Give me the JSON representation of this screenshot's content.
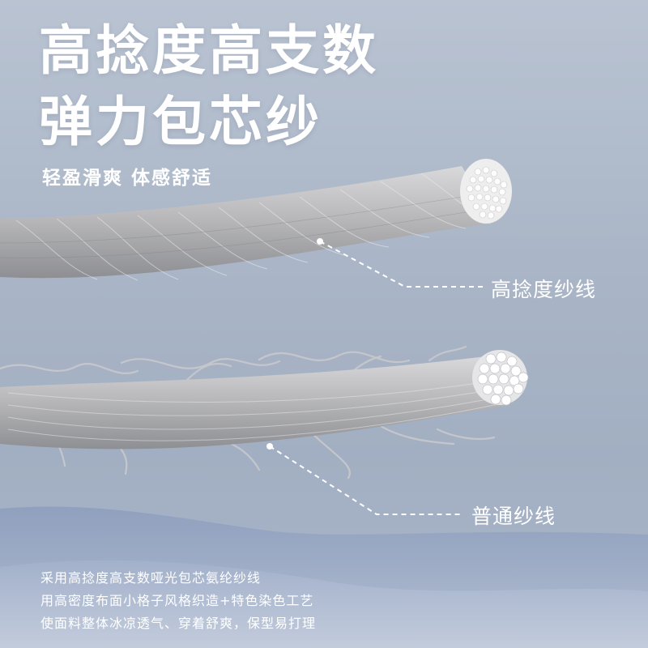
{
  "headline": {
    "line1": "高捻度高支数",
    "line2": "弹力包芯纱"
  },
  "subtitle": "轻盈滑爽 体感舒适",
  "callouts": {
    "high_twist": "高捻度纱线",
    "normal": "普通纱线"
  },
  "description": [
    "采用高捻度高支数哑光包芯氨纶纱线",
    "用高密度布面小格子风格织造+特色染色工艺",
    "使面料整体冰凉透气、穿着舒爽，保型易打理"
  ],
  "colors": {
    "background": "#aab6c7",
    "text": "#ffffff",
    "yarn": "#b4b4b6",
    "dune": "#8d9fc0"
  }
}
